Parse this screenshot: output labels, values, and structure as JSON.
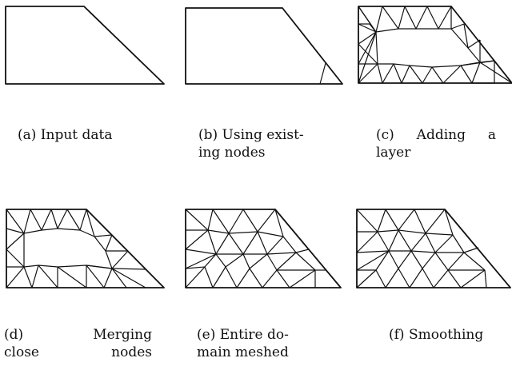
{
  "panels": [
    {
      "id": "a",
      "caption": "(a) Input data"
    },
    {
      "id": "b",
      "caption": "(b) Using exist-\ning nodes"
    },
    {
      "id": "c",
      "caption": "(c) Adding a\nlayer"
    },
    {
      "id": "d",
      "caption": "(d) Merging\nclose nodes"
    },
    {
      "id": "e",
      "caption": "(e) Entire do-\nmain meshed"
    },
    {
      "id": "f",
      "caption": "(f) Smoothing"
    }
  ]
}
